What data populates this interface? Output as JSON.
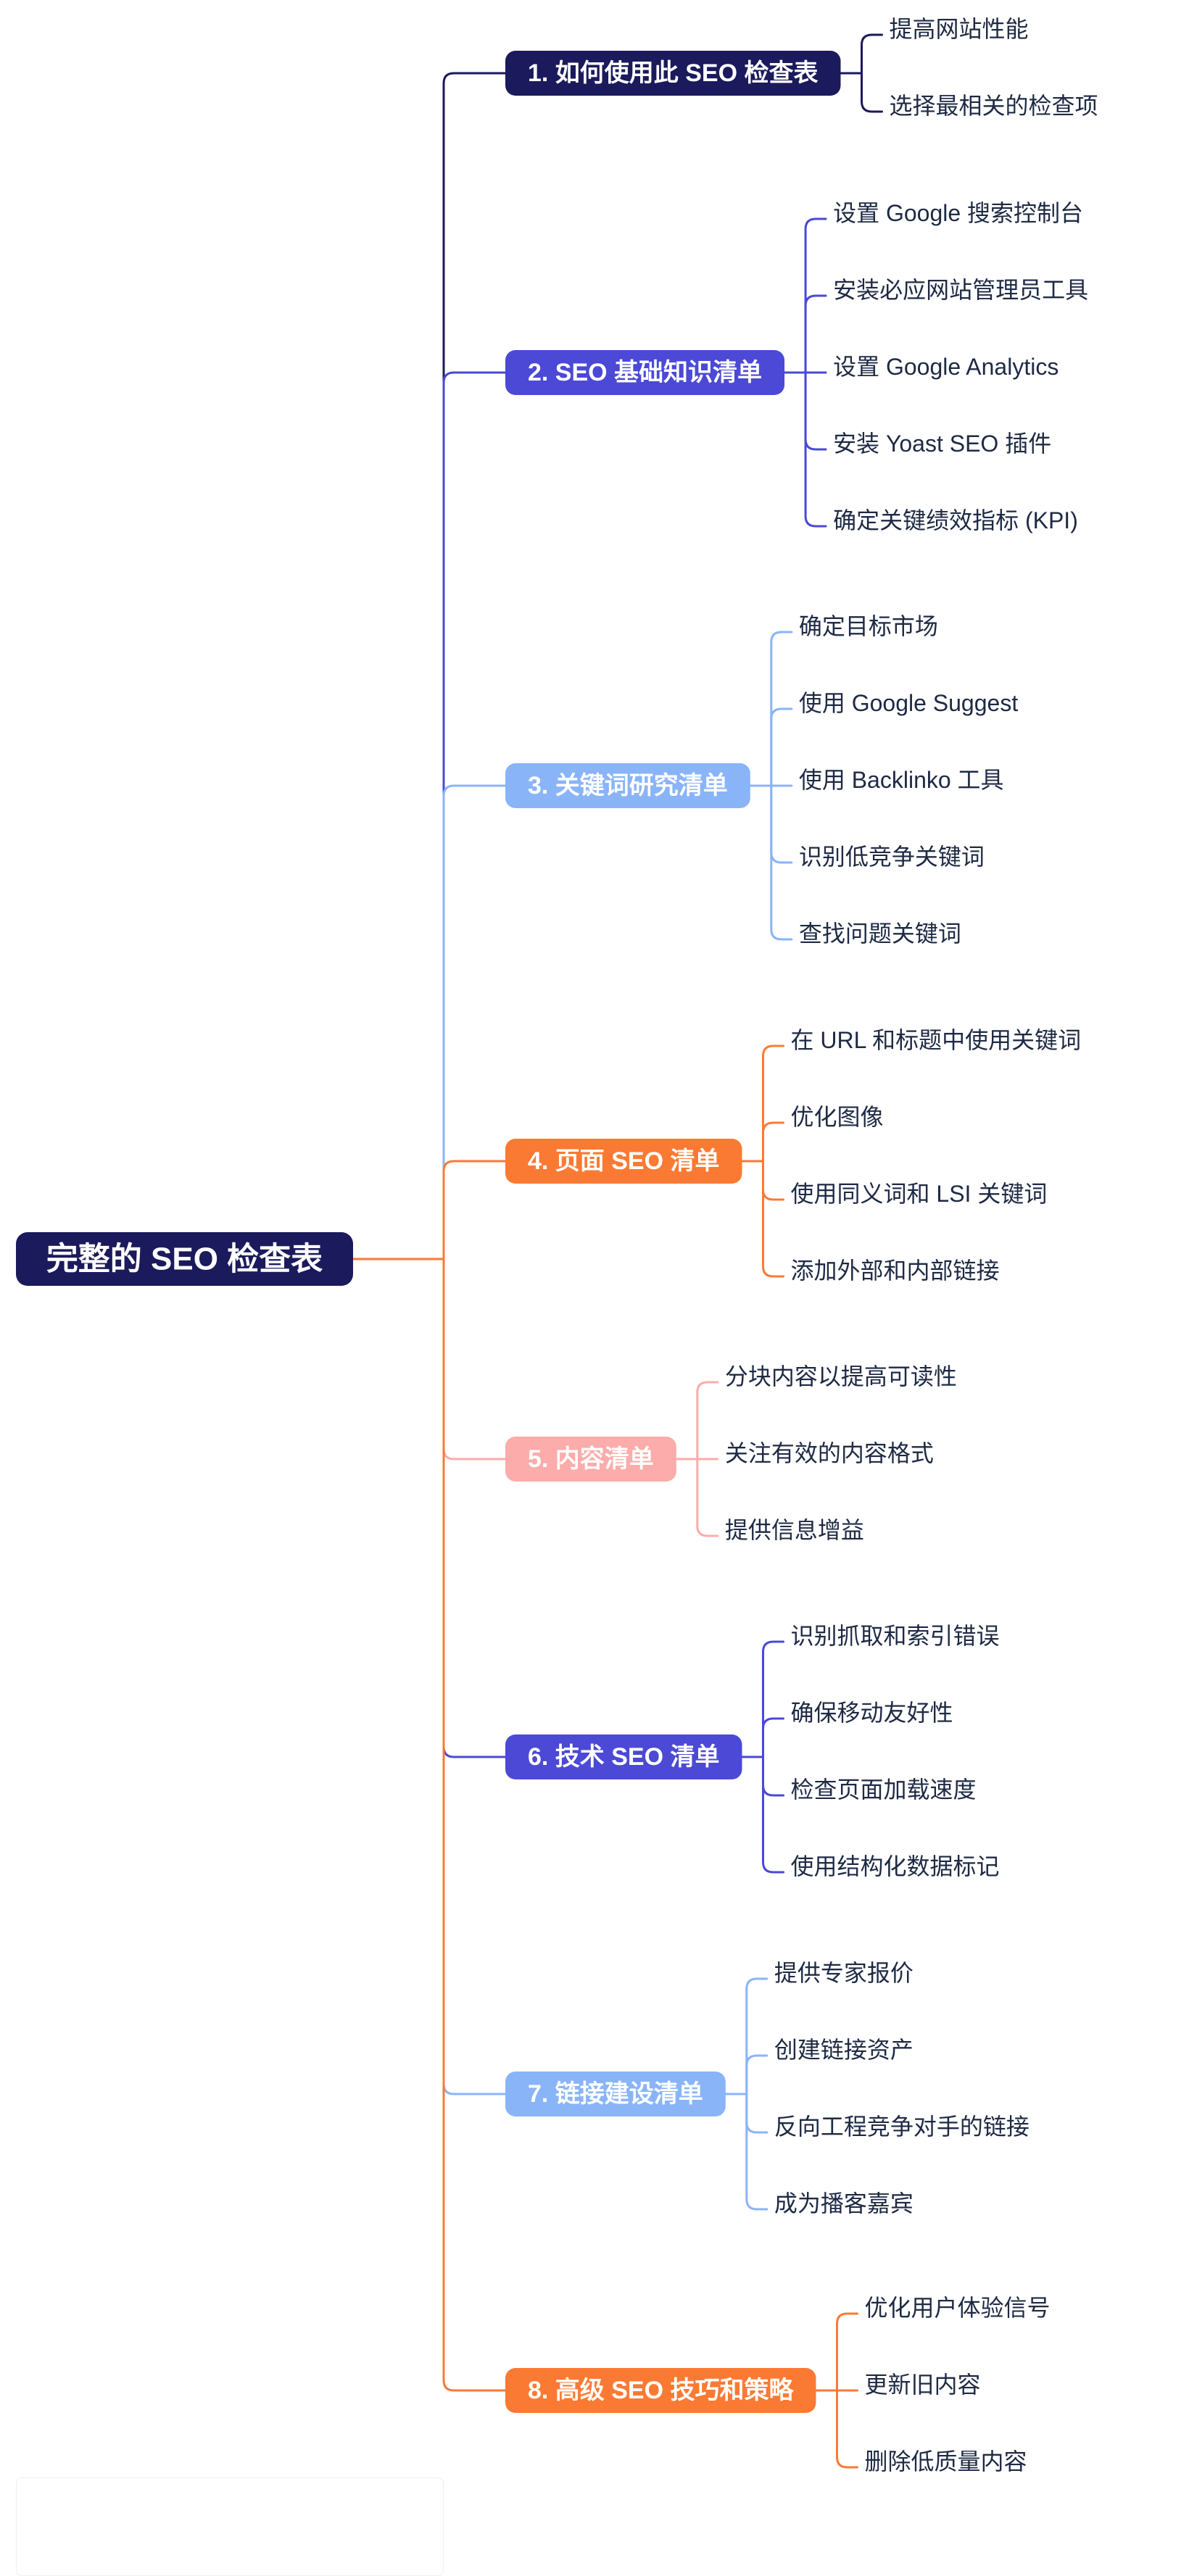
{
  "root": {
    "label": "完整的 SEO 检查表",
    "color": "#1b1a5c"
  },
  "sections": [
    {
      "label": "1. 如何使用此 SEO 检查表",
      "color": "#1b1a5c",
      "items": [
        "提高网站性能",
        "选择最相关的检查项"
      ]
    },
    {
      "label": "2. SEO 基础知识清单",
      "color": "#4b49d6",
      "items": [
        "设置 Google 搜索控制台",
        "安装必应网站管理员工具",
        "设置 Google Analytics",
        "安装 Yoast SEO 插件",
        "确定关键绩效指标 (KPI)"
      ]
    },
    {
      "label": "3. 关键词研究清单",
      "color": "#8ab4f8",
      "items": [
        "确定目标市场",
        "使用 Google Suggest",
        "使用 Backlinko 工具",
        "识别低竞争关键词",
        "查找问题关键词"
      ]
    },
    {
      "label": "4. 页面 SEO 清单",
      "color": "#fb7a33",
      "items": [
        "在 URL 和标题中使用关键词",
        "优化图像",
        "使用同义词和 LSI 关键词",
        "添加外部和内部链接"
      ]
    },
    {
      "label": "5. 内容清单",
      "color": "#fcacaa",
      "items": [
        "分块内容以提高可读性",
        "关注有效的内容格式",
        "提供信息增益"
      ]
    },
    {
      "label": "6. 技术 SEO 清单",
      "color": "#4b49d6",
      "items": [
        "识别抓取和索引错误",
        "确保移动友好性",
        "检查页面加载速度",
        "使用结构化数据标记"
      ]
    },
    {
      "label": "7. 链接建设清单",
      "color": "#8ab4f8",
      "items": [
        "提供专家报价",
        "创建链接资产",
        "反向工程竞争对手的链接",
        "成为播客嘉宾"
      ]
    },
    {
      "label": "8. 高级 SEO 技巧和策略",
      "color": "#fb7a33",
      "items": [
        "优化用户体验信号",
        "更新旧内容",
        "删除低质量内容"
      ]
    }
  ],
  "text_color": "#1e2a44"
}
